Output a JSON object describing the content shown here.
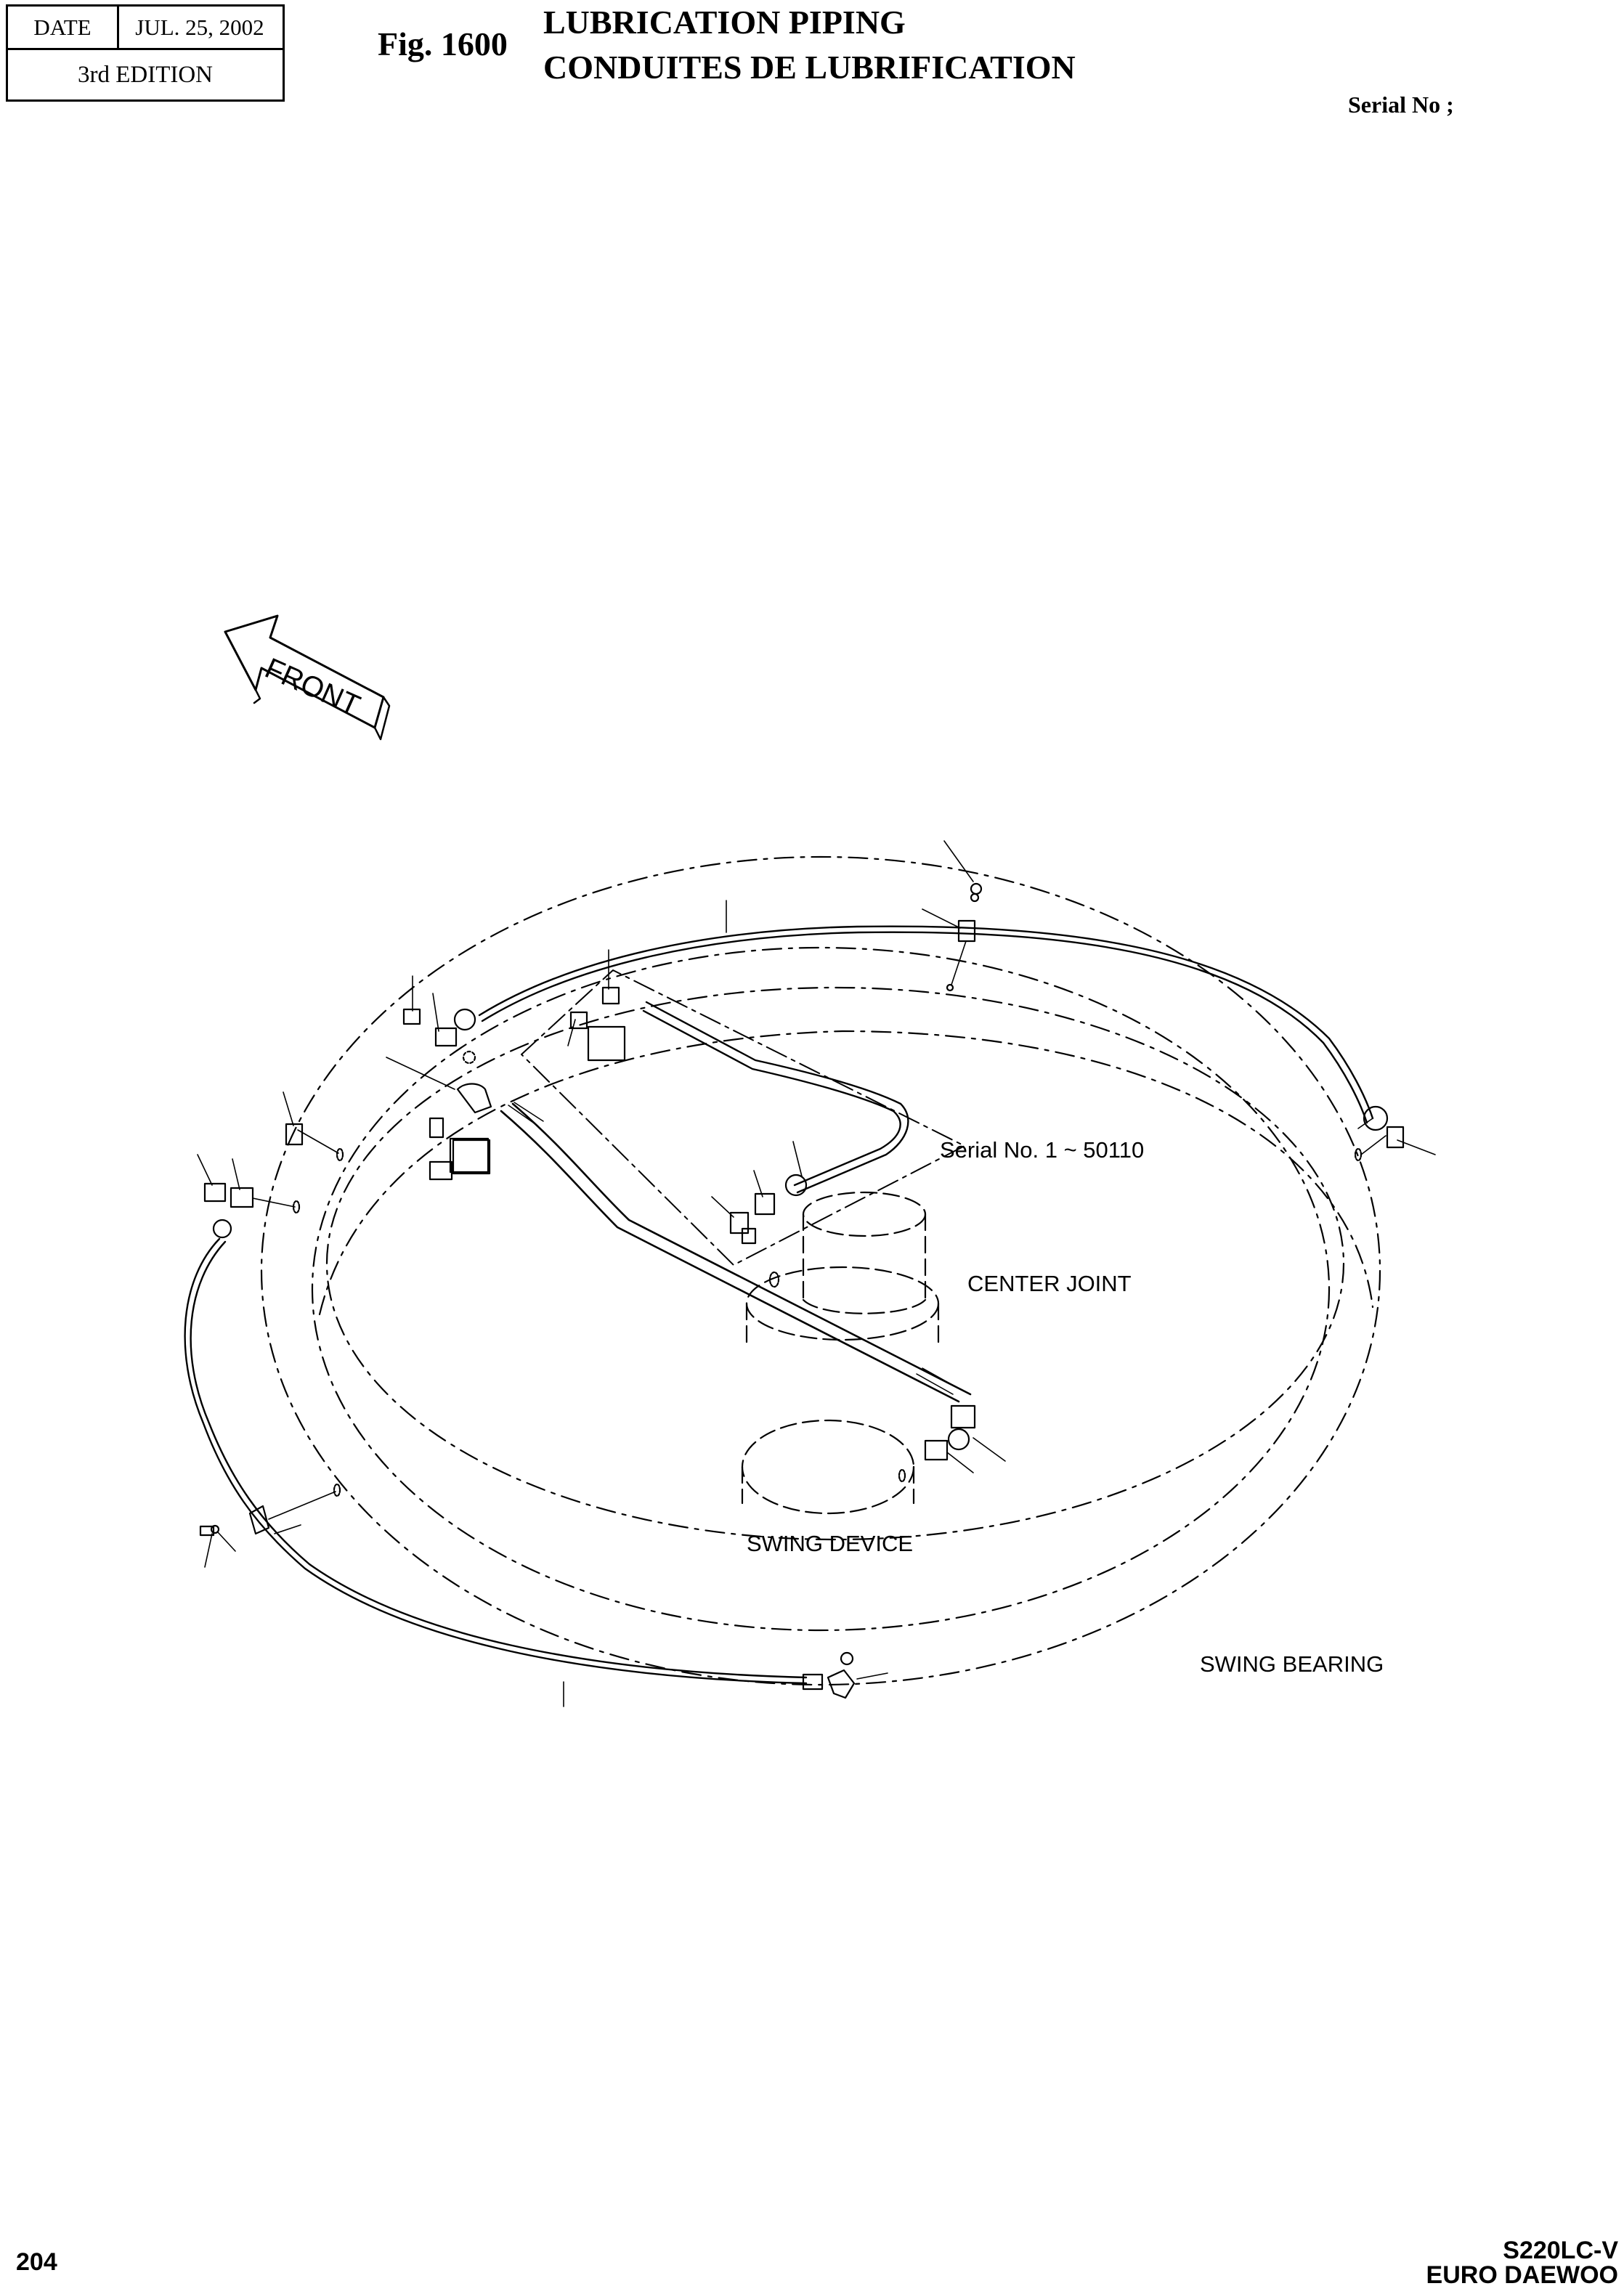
{
  "header": {
    "date_label": "DATE",
    "date_value": "JUL. 25, 2002",
    "edition": "3rd  EDITION",
    "fig_number": "Fig. 1600",
    "title_en": "LUBRICATION PIPING",
    "title_fr": "CONDUITES DE LUBRIFICATION",
    "serial_label": "Serial No ;"
  },
  "diagram": {
    "front_arrow_label": "FRONT",
    "serial_range_note": "Serial No. 1 ~ 50110",
    "center_joint_label": "CENTER JOINT",
    "swing_device_label": "SWING DEVICE",
    "swing_bearing_label": "SWING BEARING"
  },
  "footer": {
    "page_number": "204",
    "model_line1": "S220LC-V",
    "model_line2": "EURO DAEWOO"
  }
}
